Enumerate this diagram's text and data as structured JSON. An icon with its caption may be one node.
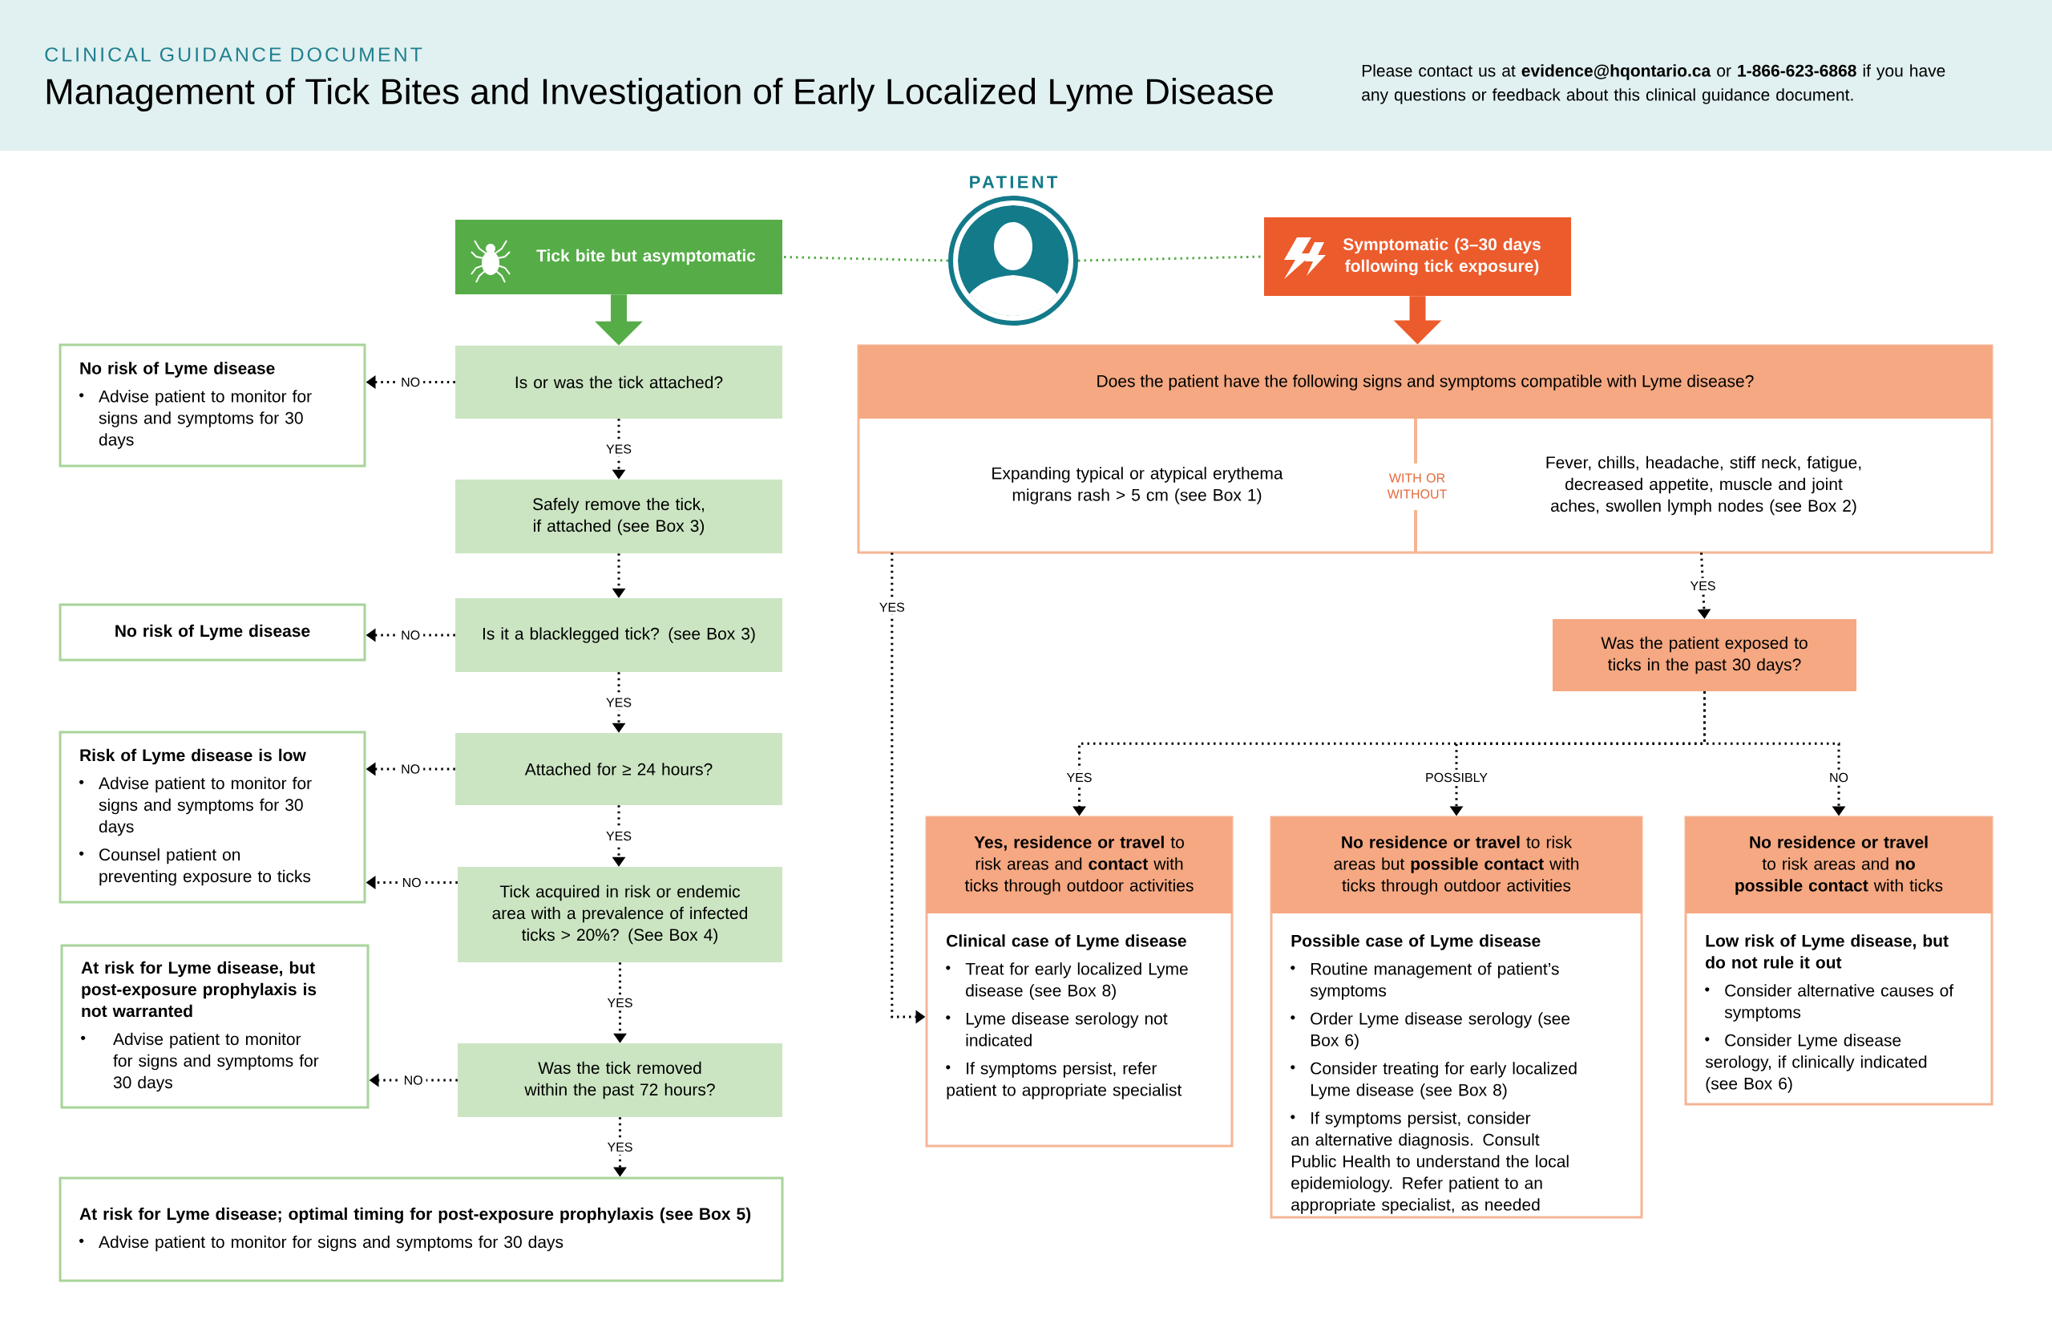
{
  "diagram": {
    "title": "Management of Tick Bites and Investigation of Early Localized Lyme Disease",
    "nodes": [
      {
        "text": [
          "Tick bite but asymptomatic"
        ]
      },
      {
        "text": [
          "PATIENT"
        ]
      },
      {
        "text": [
          "Symptomatic (3–30 days following tick exposure)"
        ]
      },
      {
        "text": [
          "Is or was the tick attached?"
        ]
      },
      {
        "text": [
          "No risk of Lyme disease",
          "Advise patient to monitor for signs and symptoms for 30 days"
        ]
      },
      {
        "text": [
          "Safely remove the tick, if attached (see Box 3)"
        ]
      },
      {
        "text": [
          "Is it a blacklegged tick? (see Box 3)"
        ]
      },
      {
        "text": [
          "No risk of Lyme disease"
        ]
      },
      {
        "text": [
          "Attached for ≥ 24 hours?"
        ]
      },
      {
        "text": [
          "Risk of Lyme disease is low",
          "Advise patient to monitor for signs and symptoms for 30 days",
          "Counsel patient on preventing exposure to ticks"
        ]
      },
      {
        "text": [
          "Tick acquired in risk or endemic area with a prevalence of infected ticks > 20%? (See Box 4)"
        ]
      },
      {
        "text": [
          "At risk for Lyme disease, but post-exposure prophylaxis is not warranted",
          "Advise patient to monitor for signs and symptoms for 30 days"
        ]
      },
      {
        "text": [
          "Was the tick removed within the past 72 hours?"
        ]
      },
      {
        "text": [
          "At risk for Lyme disease; optimal timing for post-exposure prophylaxis (see Box 5)",
          "Advise patient to monitor for signs and symptoms for 30 days"
        ]
      },
      {
        "text": [
          "Does the patient have the following signs and symptoms compatible with Lyme disease?"
        ]
      },
      {
        "text": [
          "Expanding typical or atypical erythema migrans rash > 5 cm (see Box 1)"
        ],
        "in": 14
      },
      {
        "text": [
          "Fever, chills, headache, stiff neck, fatigue, decreased appetite, muscle and joint aches, swollen lymph nodes (see Box 2)"
        ],
        "in": 14
      },
      {
        "text": [
          "Was the patient exposed to ticks in the past 30 days?"
        ]
      },
      {
        "text": [
          "**Yes, residence or travel** to risk areas and **contact** with ticks through outdoor activities",
          "Clinical case of Lyme disease",
          "Treat for early localized Lyme disease (see Box 8)",
          "Lyme disease serology not indicated",
          "If symptoms persist, refer patient to appropriate specialist"
        ]
      },
      {
        "text": [
          "**No residence or travel** to risk areas but **possible contact** with ticks through outdoor activities",
          "Possible case of Lyme disease",
          "Routine management of patient’s symptoms",
          "Order Lyme disease serology (see Box 6)",
          "Consider treating for early localized Lyme disease (see Box 8)",
          "If symptoms persist, consider an alternative diagnosis. Consult Public Health to understand the local epidemiology. Refer patient to an appropriate specialist, as needed"
        ]
      },
      {
        "text": [
          "**No residence or travel** to risk areas and **no possible contact** with ticks",
          "Low risk of Lyme disease, but do not rule it out",
          "Consider alternative causes of symptoms",
          "Consider Lyme disease serology, if clinically indicated (see Box 6)"
        ]
      }
    ],
    "edges": [
      {
        "from": 1,
        "to": 0,
        "arrow": "none",
        "style": "dashed",
        "color": "#56ad47"
      },
      {
        "from": 1,
        "to": 2,
        "arrow": "none",
        "style": "dashed",
        "color": "#56ad47"
      },
      {
        "from": 0,
        "to": 3,
        "arrow": "to",
        "style": "thick",
        "color": "#56ad47"
      },
      {
        "from": 2,
        "to": 14,
        "arrow": "to",
        "style": "thick",
        "color": "#ec5b2c"
      },
      {
        "from": 3,
        "to": 4,
        "arrow": "to",
        "label": "NO",
        "style": "dashed"
      },
      {
        "from": 3,
        "to": 5,
        "arrow": "to",
        "label": "YES",
        "style": "dashed"
      },
      {
        "from": 5,
        "to": 6,
        "arrow": "to",
        "style": "dashed"
      },
      {
        "from": 6,
        "to": 7,
        "arrow": "to",
        "label": "NO",
        "style": "dashed"
      },
      {
        "from": 6,
        "to": 8,
        "arrow": "to",
        "label": "YES",
        "style": "dashed"
      },
      {
        "from": 8,
        "to": 9,
        "arrow": "to",
        "label": "NO",
        "style": "dashed"
      },
      {
        "from": 8,
        "to": 10,
        "arrow": "to",
        "label": "YES",
        "style": "dashed"
      },
      {
        "from": 10,
        "to": 9,
        "arrow": "to",
        "label": "NO",
        "style": "dashed"
      },
      {
        "from": 10,
        "to": 12,
        "arrow": "to",
        "label": "YES",
        "style": "dashed"
      },
      {
        "from": 12,
        "to": 11,
        "arrow": "to",
        "label": "NO",
        "style": "dashed"
      },
      {
        "from": 12,
        "to": 13,
        "arrow": "to",
        "label": "YES",
        "style": "dashed"
      },
      {
        "from": 15,
        "to": 18,
        "arrow": "to",
        "label": "YES",
        "style": "dashed"
      },
      {
        "from": 16,
        "to": 17,
        "arrow": "to",
        "label": "YES",
        "style": "dashed"
      },
      {
        "from": 17,
        "to": 18,
        "arrow": "to",
        "label": "YES",
        "style": "dashed"
      },
      {
        "from": 17,
        "to": 19,
        "arrow": "to",
        "label": "POSSIBLY",
        "style": "dashed"
      },
      {
        "from": 17,
        "to": 20,
        "arrow": "to",
        "label": "NO",
        "style": "dashed"
      }
    ],
    "labels": [
      "CLINICAL GUIDANCE DOCUMENT",
      "Please contact us at **evidence@hqontario.ca** or **1-866-623-6868** if you have any questions or feedback about this clinical guidance document.",
      "WITH OR WITHOUT"
    ]
  }
}
